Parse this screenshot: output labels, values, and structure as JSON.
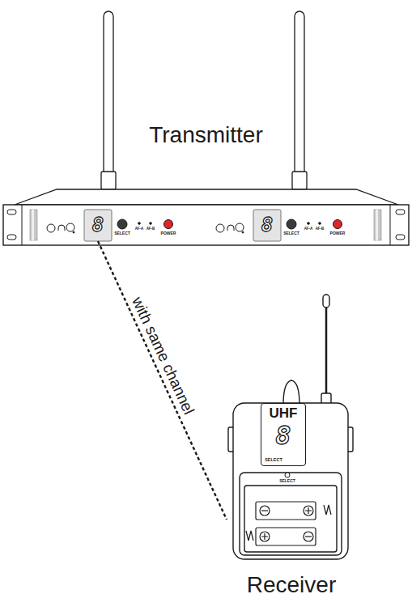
{
  "diagram": {
    "nodes": [
      {
        "text": [
          "Transmitter"
        ]
      },
      {
        "text": [
          "8"
        ],
        "in": 0
      },
      {
        "text": [
          "8"
        ],
        "in": 0
      },
      {
        "text": [
          "Receiver"
        ]
      },
      {
        "text": [
          "UHF",
          "8"
        ],
        "in": 3
      }
    ],
    "edges": [
      {
        "from": 1,
        "to": 3,
        "label": "with same channel",
        "arrow": "none"
      }
    ],
    "labels": [
      "SELECT",
      "AF-A",
      "AF-B",
      "POWER",
      "SELECT",
      "AF-A",
      "AF-B",
      "POWER",
      "SELECT",
      "SELECT"
    ]
  }
}
